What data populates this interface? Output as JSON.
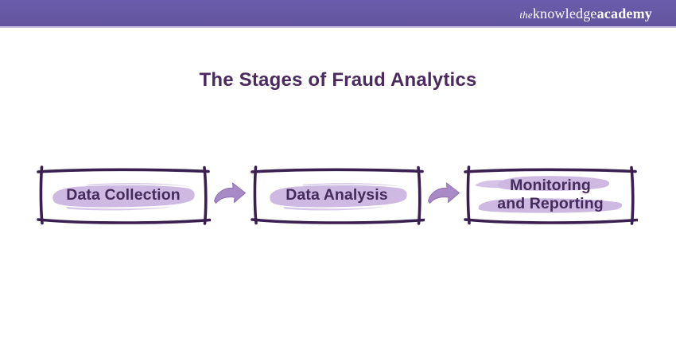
{
  "header": {
    "logo": {
      "the": "the",
      "knowledge": "knowledge",
      "academy": "academy"
    }
  },
  "title": "The Stages of Fraud Analytics",
  "flow": {
    "connector_icon": "curved-right-arrow",
    "stages": [
      {
        "lines": [
          "Data Collection"
        ]
      },
      {
        "lines": [
          "Data Analysis"
        ]
      },
      {
        "lines": [
          "Monitoring",
          "and Reporting"
        ]
      }
    ]
  },
  "colors": {
    "header_bar": "#675aa6",
    "logo_text": "#ffffff",
    "title_text": "#4b2a5f",
    "box_border": "#3a2050",
    "box_text": "#452a5c",
    "highlight_stroke": "#cdb9e2",
    "arrow_fill": "#a78ac6",
    "background": "#ffffff"
  }
}
